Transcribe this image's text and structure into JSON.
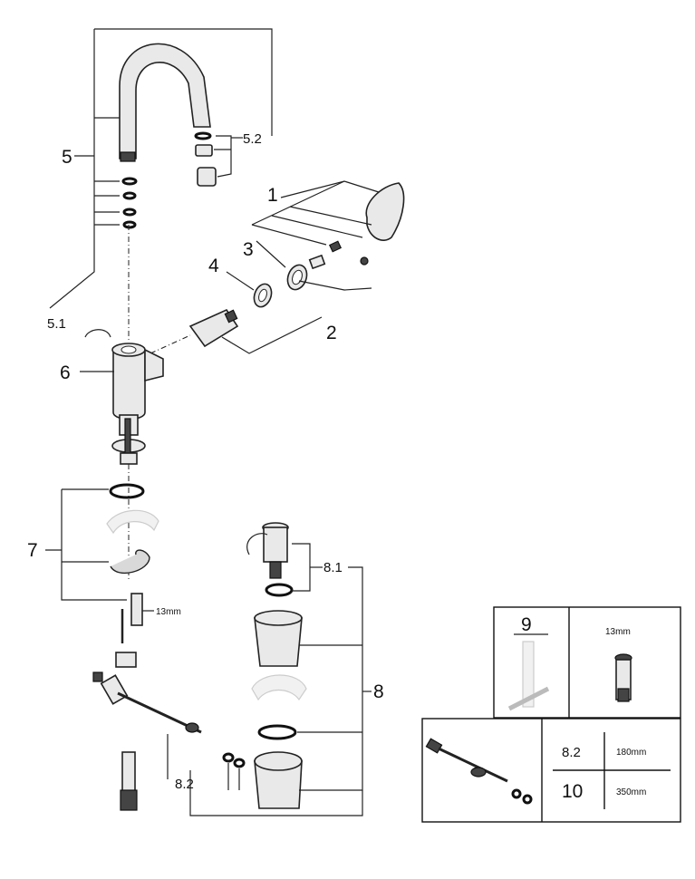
{
  "callouts": {
    "c1": "1",
    "c2": "2",
    "c3": "3",
    "c4": "4",
    "c5": "5",
    "c5_1": "5.1",
    "c5_2": "5.2",
    "c6": "6",
    "c7": "7",
    "c7_size": "13mm",
    "c8": "8",
    "c8_1": "8.1",
    "c8_2": "8.2"
  },
  "tool_box": {
    "number": "9",
    "size": "13mm"
  },
  "hose_table": {
    "rows": [
      {
        "item": "8.2",
        "length": "180mm"
      },
      {
        "item": "10",
        "length": "350mm"
      }
    ]
  }
}
